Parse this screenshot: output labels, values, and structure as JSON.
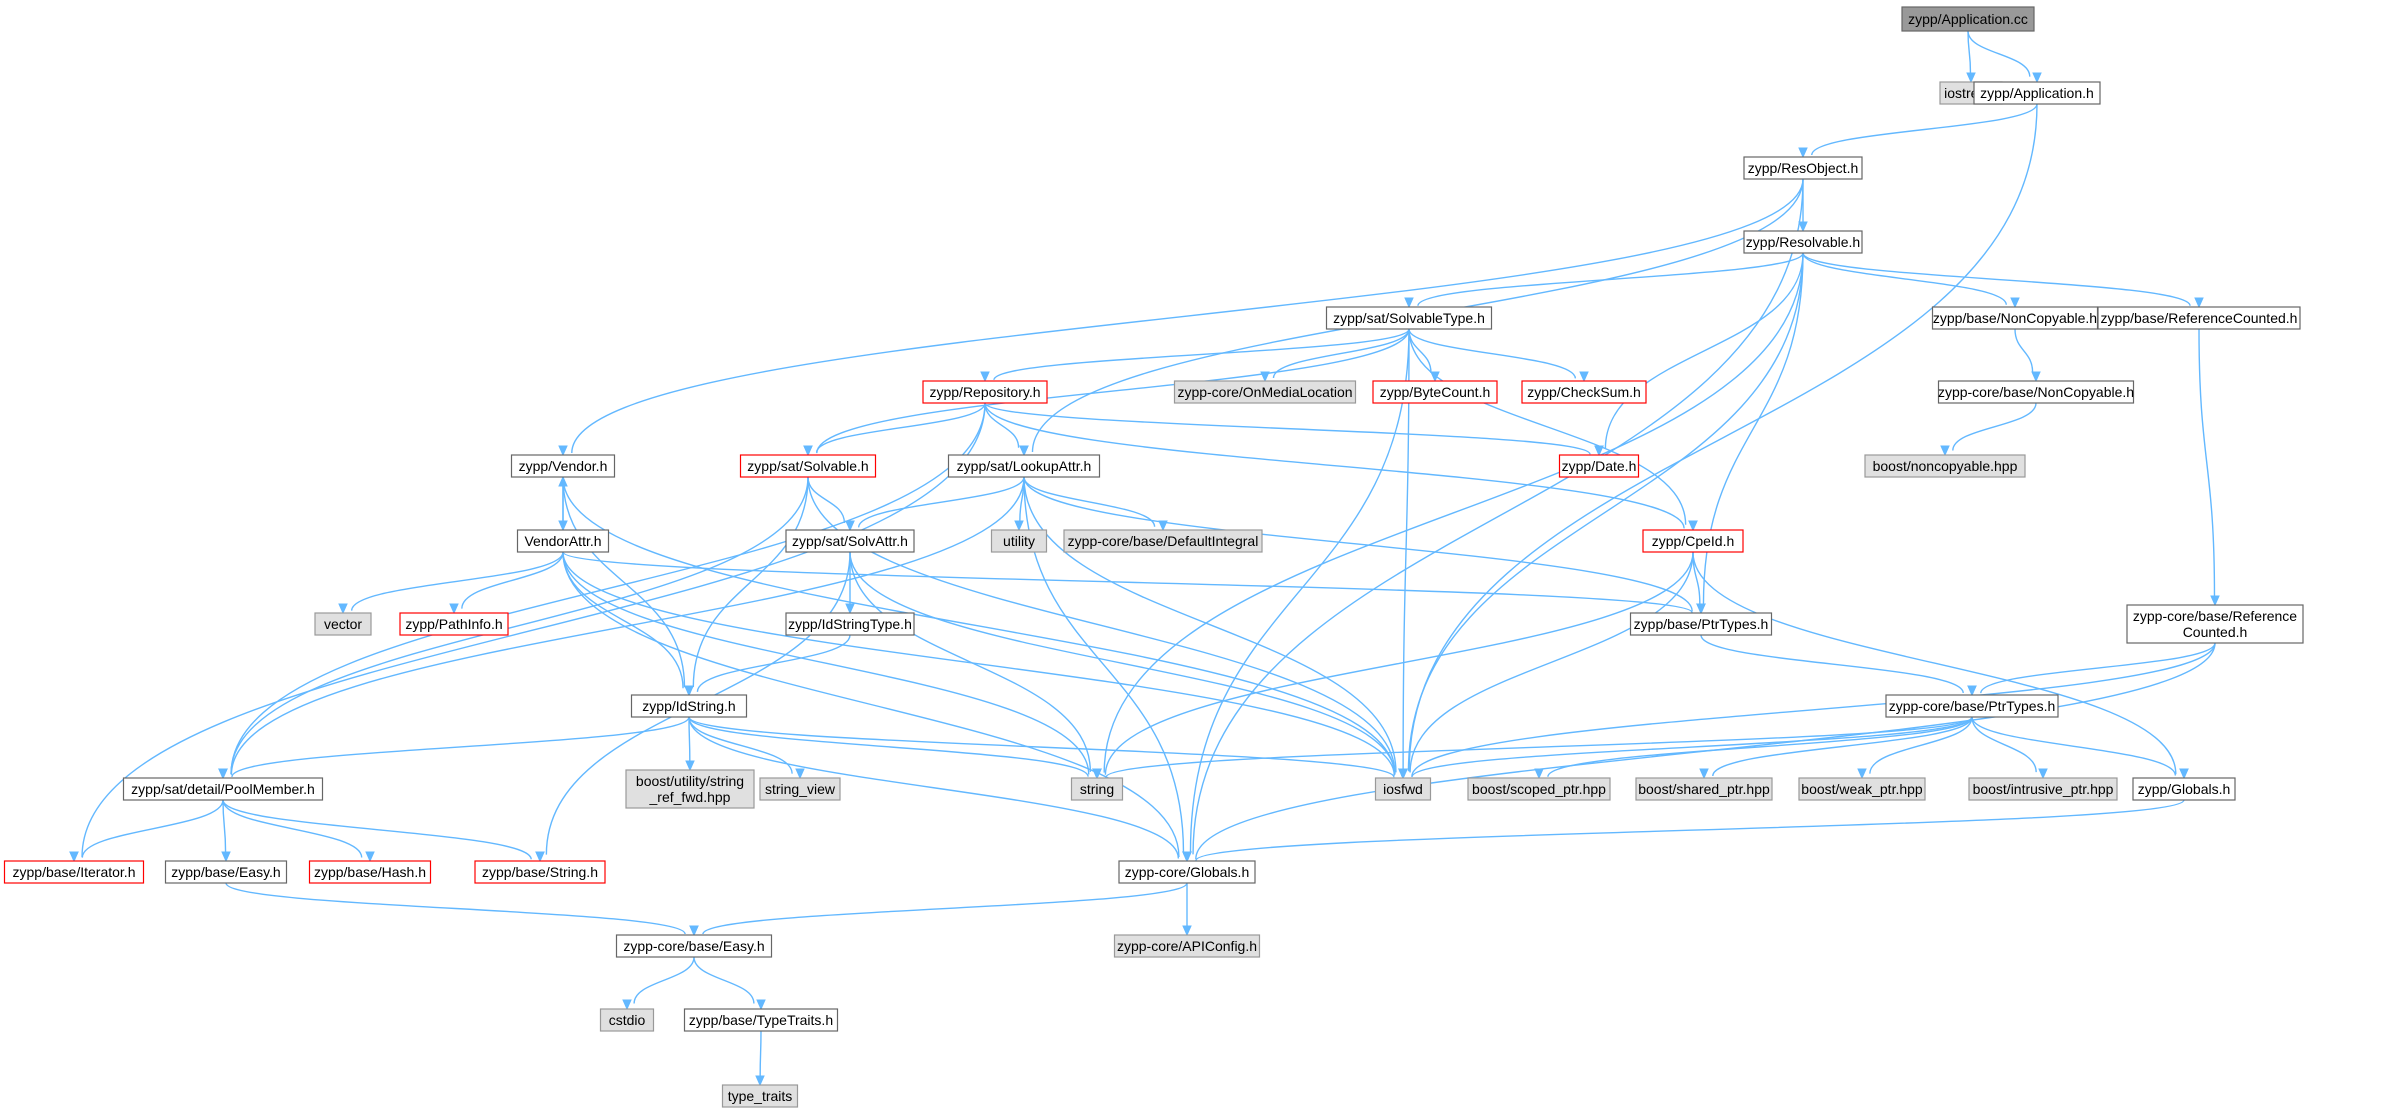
{
  "colors": {
    "edge": "#63b8ff",
    "root_fill": "#999999",
    "root_border": "#666666",
    "file_fill": "#ffffff",
    "file_border": "#666666",
    "system_fill": "#e0e0e0",
    "system_border": "#999999",
    "truncated_border": "#ff0000",
    "text": "#000000"
  },
  "nodes": [
    {
      "id": "app_cc",
      "label": "zypp/Application.cc",
      "kind": "root"
    },
    {
      "id": "iostream",
      "label": "iostream",
      "kind": "system"
    },
    {
      "id": "app_h",
      "label": "zypp/Application.h",
      "kind": "file"
    },
    {
      "id": "resobject",
      "label": "zypp/ResObject.h",
      "kind": "file"
    },
    {
      "id": "resolvable",
      "label": "zypp/Resolvable.h",
      "kind": "file"
    },
    {
      "id": "solvabletype",
      "label": "zypp/sat/SolvableType.h",
      "kind": "file"
    },
    {
      "id": "base_noncopyable",
      "label": "zypp/base/NonCopyable.h",
      "kind": "file"
    },
    {
      "id": "base_refcounted",
      "label": "zypp/base/ReferenceCounted.h",
      "kind": "file"
    },
    {
      "id": "core_noncopyable",
      "label": "zypp-core/base/NonCopyable.h",
      "kind": "file"
    },
    {
      "id": "boost_noncopyable",
      "label": "boost/noncopyable.hpp",
      "kind": "system"
    },
    {
      "id": "repository",
      "label": "zypp/Repository.h",
      "kind": "truncated"
    },
    {
      "id": "onmedialocation",
      "label": "zypp-core/OnMediaLocation",
      "kind": "system"
    },
    {
      "id": "bytecount",
      "label": "zypp/ByteCount.h",
      "kind": "truncated"
    },
    {
      "id": "checksum",
      "label": "zypp/CheckSum.h",
      "kind": "truncated"
    },
    {
      "id": "vendor",
      "label": "zypp/Vendor.h",
      "kind": "file"
    },
    {
      "id": "sat_solvable",
      "label": "zypp/sat/Solvable.h",
      "kind": "truncated"
    },
    {
      "id": "lookupattr",
      "label": "zypp/sat/LookupAttr.h",
      "kind": "file"
    },
    {
      "id": "date",
      "label": "zypp/Date.h",
      "kind": "truncated"
    },
    {
      "id": "vendorattr",
      "label": "VendorAttr.h",
      "kind": "file"
    },
    {
      "id": "solvattr",
      "label": "zypp/sat/SolvAttr.h",
      "kind": "file"
    },
    {
      "id": "utility",
      "label": "utility",
      "kind": "system"
    },
    {
      "id": "defaultintegral",
      "label": "zypp-core/base/DefaultIntegral",
      "kind": "system"
    },
    {
      "id": "cpeid",
      "label": "zypp/CpeId.h",
      "kind": "truncated"
    },
    {
      "id": "vector",
      "label": "vector",
      "kind": "system"
    },
    {
      "id": "pathinfo",
      "label": "zypp/PathInfo.h",
      "kind": "truncated"
    },
    {
      "id": "idstringtype",
      "label": "zypp/IdStringType.h",
      "kind": "file"
    },
    {
      "id": "base_ptrtypes",
      "label": "zypp/base/PtrTypes.h",
      "kind": "file"
    },
    {
      "id": "core_refcounted",
      "label": "zypp-core/base/Reference\nCounted.h",
      "kind": "file"
    },
    {
      "id": "idstring",
      "label": "zypp/IdString.h",
      "kind": "file"
    },
    {
      "id": "core_ptrtypes",
      "label": "zypp-core/base/PtrTypes.h",
      "kind": "file"
    },
    {
      "id": "poolmember",
      "label": "zypp/sat/detail/PoolMember.h",
      "kind": "file"
    },
    {
      "id": "string_ref_fwd",
      "label": "boost/utility/string\n_ref_fwd.hpp",
      "kind": "system"
    },
    {
      "id": "string_view",
      "label": "string_view",
      "kind": "system"
    },
    {
      "id": "string",
      "label": "string",
      "kind": "system"
    },
    {
      "id": "iosfwd",
      "label": "iosfwd",
      "kind": "system"
    },
    {
      "id": "scoped_ptr",
      "label": "boost/scoped_ptr.hpp",
      "kind": "system"
    },
    {
      "id": "shared_ptr",
      "label": "boost/shared_ptr.hpp",
      "kind": "system"
    },
    {
      "id": "weak_ptr",
      "label": "boost/weak_ptr.hpp",
      "kind": "system"
    },
    {
      "id": "intrusive_ptr",
      "label": "boost/intrusive_ptr.hpp",
      "kind": "system"
    },
    {
      "id": "globals",
      "label": "zypp/Globals.h",
      "kind": "file"
    },
    {
      "id": "base_iterator",
      "label": "zypp/base/Iterator.h",
      "kind": "truncated"
    },
    {
      "id": "base_easy",
      "label": "zypp/base/Easy.h",
      "kind": "file"
    },
    {
      "id": "base_hash",
      "label": "zypp/base/Hash.h",
      "kind": "truncated"
    },
    {
      "id": "base_string",
      "label": "zypp/base/String.h",
      "kind": "truncated"
    },
    {
      "id": "core_globals",
      "label": "zypp-core/Globals.h",
      "kind": "file"
    },
    {
      "id": "apiconfig",
      "label": "zypp-core/APIConfig.h",
      "kind": "system"
    },
    {
      "id": "core_easy",
      "label": "zypp-core/base/Easy.h",
      "kind": "file"
    },
    {
      "id": "cstdio",
      "label": "cstdio",
      "kind": "system"
    },
    {
      "id": "typetraits",
      "label": "zypp/base/TypeTraits.h",
      "kind": "file"
    },
    {
      "id": "type_traits",
      "label": "type_traits",
      "kind": "system"
    }
  ],
  "edges": [
    [
      "app_cc",
      "iostream"
    ],
    [
      "app_cc",
      "app_h"
    ],
    [
      "app_h",
      "resobject"
    ],
    [
      "app_h",
      "iosfwd"
    ],
    [
      "resobject",
      "resolvable"
    ],
    [
      "resobject",
      "vendor"
    ],
    [
      "resobject",
      "lookupattr"
    ],
    [
      "resobject",
      "core_globals"
    ],
    [
      "resolvable",
      "solvabletype"
    ],
    [
      "resolvable",
      "base_noncopyable"
    ],
    [
      "resolvable",
      "base_refcounted"
    ],
    [
      "resolvable",
      "base_ptrtypes"
    ],
    [
      "resolvable",
      "iosfwd"
    ],
    [
      "resolvable",
      "string"
    ],
    [
      "resolvable",
      "date"
    ],
    [
      "solvabletype",
      "repository"
    ],
    [
      "solvabletype",
      "onmedialocation"
    ],
    [
      "solvabletype",
      "bytecount"
    ],
    [
      "solvabletype",
      "checksum"
    ],
    [
      "solvabletype",
      "sat_solvable"
    ],
    [
      "solvabletype",
      "cpeid"
    ],
    [
      "solvabletype",
      "iosfwd"
    ],
    [
      "solvabletype",
      "core_globals"
    ],
    [
      "base_noncopyable",
      "core_noncopyable"
    ],
    [
      "core_noncopyable",
      "boost_noncopyable"
    ],
    [
      "base_refcounted",
      "core_refcounted"
    ],
    [
      "repository",
      "sat_solvable"
    ],
    [
      "repository",
      "lookupattr"
    ],
    [
      "repository",
      "date"
    ],
    [
      "repository",
      "cpeid"
    ],
    [
      "repository",
      "poolmember"
    ],
    [
      "repository",
      "base_iterator"
    ],
    [
      "vendor",
      "vendorattr"
    ],
    [
      "vendor",
      "idstring"
    ],
    [
      "vendor",
      "iosfwd"
    ],
    [
      "vendorattr",
      "vendor"
    ],
    [
      "vendorattr",
      "vector"
    ],
    [
      "vendorattr",
      "pathinfo"
    ],
    [
      "vendorattr",
      "base_ptrtypes"
    ],
    [
      "vendorattr",
      "idstring"
    ],
    [
      "vendorattr",
      "string"
    ],
    [
      "vendorattr",
      "iosfwd"
    ],
    [
      "vendorattr",
      "core_globals"
    ],
    [
      "sat_solvable",
      "solvattr"
    ],
    [
      "sat_solvable",
      "idstring"
    ],
    [
      "sat_solvable",
      "poolmember"
    ],
    [
      "sat_solvable",
      "iosfwd"
    ],
    [
      "lookupattr",
      "solvattr"
    ],
    [
      "lookupattr",
      "utility"
    ],
    [
      "lookupattr",
      "defaultintegral"
    ],
    [
      "lookupattr",
      "base_ptrtypes"
    ],
    [
      "lookupattr",
      "iosfwd"
    ],
    [
      "lookupattr",
      "core_globals"
    ],
    [
      "lookupattr",
      "poolmember"
    ],
    [
      "solvattr",
      "idstringtype"
    ],
    [
      "solvattr",
      "string"
    ],
    [
      "solvattr",
      "base_string"
    ],
    [
      "solvattr",
      "iosfwd"
    ],
    [
      "idstringtype",
      "idstring"
    ],
    [
      "cpeid",
      "base_ptrtypes"
    ],
    [
      "cpeid",
      "string"
    ],
    [
      "cpeid",
      "iosfwd"
    ],
    [
      "cpeid",
      "globals"
    ],
    [
      "base_ptrtypes",
      "core_ptrtypes"
    ],
    [
      "core_refcounted",
      "core_ptrtypes"
    ],
    [
      "core_refcounted",
      "iosfwd"
    ],
    [
      "core_refcounted",
      "core_globals"
    ],
    [
      "idstring",
      "poolmember"
    ],
    [
      "idstring",
      "string_ref_fwd"
    ],
    [
      "idstring",
      "string_view"
    ],
    [
      "idstring",
      "string"
    ],
    [
      "idstring",
      "iosfwd"
    ],
    [
      "idstring",
      "core_globals"
    ],
    [
      "core_ptrtypes",
      "iosfwd"
    ],
    [
      "core_ptrtypes",
      "string"
    ],
    [
      "core_ptrtypes",
      "scoped_ptr"
    ],
    [
      "core_ptrtypes",
      "shared_ptr"
    ],
    [
      "core_ptrtypes",
      "weak_ptr"
    ],
    [
      "core_ptrtypes",
      "intrusive_ptr"
    ],
    [
      "core_ptrtypes",
      "globals"
    ],
    [
      "globals",
      "core_globals"
    ],
    [
      "poolmember",
      "base_iterator"
    ],
    [
      "poolmember",
      "base_easy"
    ],
    [
      "poolmember",
      "base_hash"
    ],
    [
      "poolmember",
      "base_string"
    ],
    [
      "base_easy",
      "core_easy"
    ],
    [
      "core_globals",
      "apiconfig"
    ],
    [
      "core_globals",
      "core_easy"
    ],
    [
      "core_easy",
      "cstdio"
    ],
    [
      "core_easy",
      "typetraits"
    ],
    [
      "typetraits",
      "type_traits"
    ]
  ]
}
